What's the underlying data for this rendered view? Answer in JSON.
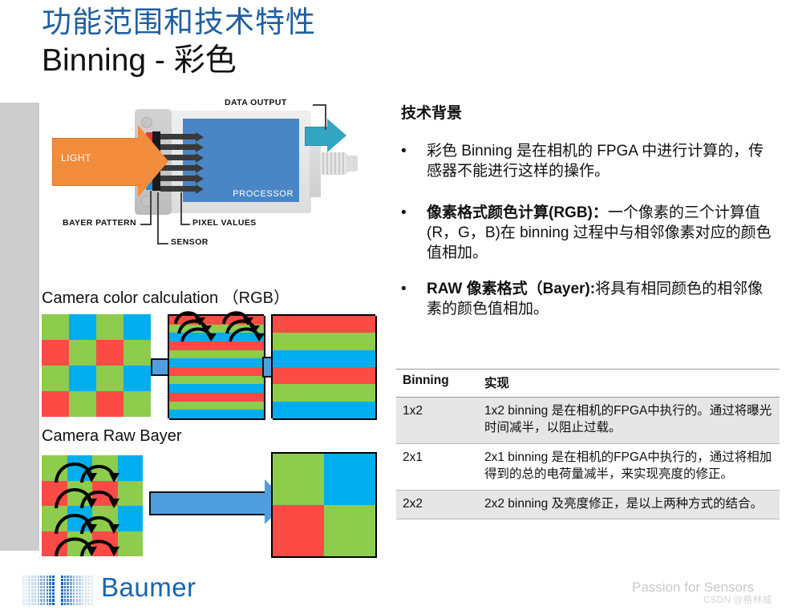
{
  "slide": {
    "title_sub": "功能范围和技术特性",
    "title_main": "Binning - 彩色",
    "title_color": "#1F5FA0"
  },
  "camera_figure": {
    "labels": {
      "data_output": "DATA OUTPUT",
      "light": "LIGHT",
      "processor": "PROCESSOR",
      "bayer_pattern": "BAYER PATTERN",
      "pixel_values": "PIXEL VALUES",
      "sensor": "SENSOR"
    },
    "colors": {
      "light_arrow": "#F08C3C",
      "processor": "#4A86C5",
      "output_arrow": "#34A5C1",
      "body": "#cfcfcf"
    }
  },
  "diagrams": {
    "rgb_caption": "Camera color calculation （RGB）",
    "raw_caption": "Camera Raw Bayer",
    "colors": {
      "red": "#FC4A45",
      "green": "#8DCC4C",
      "blue": "#00AEEF",
      "arrow": "#4f9fe0"
    },
    "bayer_grid": [
      [
        "green",
        "blue",
        "green",
        "blue"
      ],
      [
        "red",
        "green",
        "red",
        "green"
      ],
      [
        "green",
        "blue",
        "green",
        "blue"
      ],
      [
        "red",
        "green",
        "red",
        "green"
      ]
    ],
    "rgb_result_grid_cells": 4,
    "raw_result_grid": [
      [
        "green",
        "blue"
      ],
      [
        "red",
        "green"
      ]
    ]
  },
  "right_column": {
    "heading": "技术背景",
    "bullets": [
      {
        "marker": "•",
        "bold_lead": "",
        "text": "彩色 Binning 是在相机的 FPGA 中进行计算的，传感器不能进行这样的操作。"
      },
      {
        "marker": "•",
        "bold_lead": "像素格式颜色计算(RGB)：",
        "text": "一个像素的三个计算值(R，G，B)在 binning 过程中与相邻像素对应的颜色值相加。"
      },
      {
        "marker": "•",
        "bold_lead": "RAW 像素格式（Bayer):",
        "text": "将具有相同颜色的相邻像素的颜色值相加。"
      }
    ]
  },
  "table": {
    "headers": [
      "Binning",
      "实现"
    ],
    "rows": [
      {
        "binning": "1x2",
        "impl": "1x2 binning 是在相机的FPGA中执行的。通过将曝光时间减半，以阻止过载。"
      },
      {
        "binning": "2x1",
        "impl": "2x1 binning 是在相机的FPGA中执行的，通过将相加得到的总的电荷量减半，来实现亮度的修正。"
      },
      {
        "binning": "2x2",
        "impl": "2x2 binning 及亮度修正，是以上两种方式的结合。"
      }
    ]
  },
  "footer": {
    "brand": "Baumer",
    "brand_color": "#1565B0",
    "tagline": "Passion for Sensors",
    "watermark": "CSDN @格林威"
  }
}
